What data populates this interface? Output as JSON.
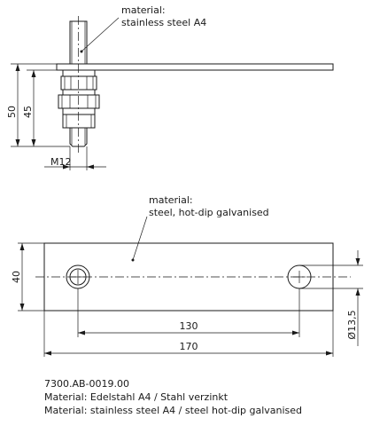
{
  "side_view": {
    "callout_line1": "material:",
    "callout_line2": "stainless steel A4",
    "dim_total_height": "50",
    "dim_stud_height": "45",
    "dim_thread": "M12"
  },
  "plan_view": {
    "callout_line1": "material:",
    "callout_line2": "steel, hot-dip galvanised",
    "dim_width": "40",
    "dim_hole_spacing": "130",
    "dim_length": "170",
    "dim_hole_diameter": "Ø13,5"
  },
  "footer": {
    "part_number": "7300.AB-0019.00",
    "material_de": "Material: Edelstahl A4 / Stahl verzinkt",
    "material_en": "Material: stainless steel A4 / steel hot-dip galvanised"
  }
}
